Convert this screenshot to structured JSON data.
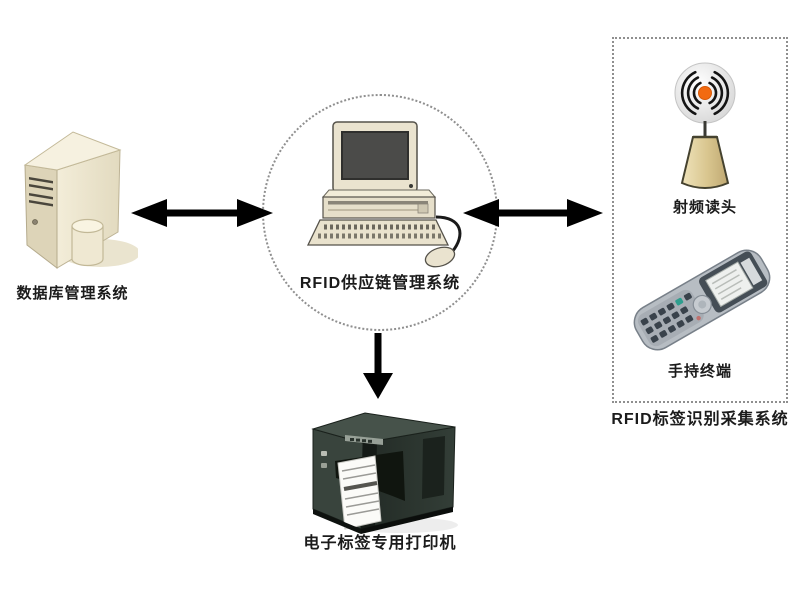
{
  "labels": {
    "database_system": "数据库管理系统",
    "scm_system": "RFID供应链管理系统",
    "rf_reader": "射频读头",
    "handheld_terminal": "手持终端",
    "collection_system": "RFID标签识别采集系统",
    "label_printer": "电子标签专用打印机"
  },
  "icons": {
    "database_system": "server-tower-with-database-cylinder",
    "scm_system": "desktop-computer-with-keyboard-and-mouse",
    "rf_reader": "rf-antenna-with-signal-waves",
    "handheld_terminal": "handheld-terminal-device",
    "label_printer": "label-printer-with-printed-label"
  },
  "connections": [
    {
      "from": "database_system",
      "to": "scm_system",
      "type": "bidirectional-arrow"
    },
    {
      "from": "scm_system",
      "to": "collection_system",
      "type": "bidirectional-arrow"
    },
    {
      "from": "scm_system",
      "to": "label_printer",
      "type": "down-arrow"
    }
  ],
  "colors": {
    "background": "#ffffff",
    "text": "#1b1b1b",
    "arrow": "#000000",
    "dashed_border": "#8f8f8f",
    "beige_device": "#e9e2cd",
    "antenna_cone": "#d9c68f",
    "antenna_signal_dot": "#f26a10",
    "printer_body": "#2e3833"
  }
}
